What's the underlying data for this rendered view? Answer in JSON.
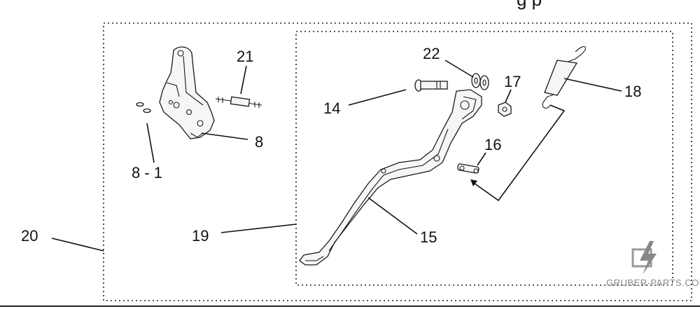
{
  "header_partial_text": "g p",
  "callouts": {
    "c20": "20",
    "c19": "19",
    "c21": "21",
    "c8": "8",
    "c8_1": "8 - 1",
    "c22": "22",
    "c17": "17",
    "c18": "18",
    "c14": "14",
    "c16": "16",
    "c15": "15"
  },
  "watermark": {
    "text": "GRUBER-PARTS.COM"
  }
}
